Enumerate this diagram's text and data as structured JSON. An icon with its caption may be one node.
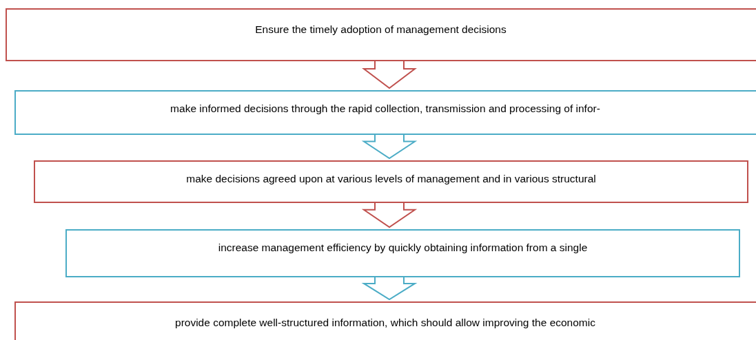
{
  "diagram": {
    "nodes": [
      {
        "text": [
          "Ensure the timely adoption of management decisions"
        ]
      },
      {
        "text": [
          "make informed decisions through the rapid collection, transmission and processing of infor-"
        ]
      },
      {
        "text": [
          "make decisions agreed upon at various levels of management and in various structural"
        ]
      },
      {
        "text": [
          "increase management efficiency by quickly obtaining information from a single"
        ]
      },
      {
        "text": [
          "provide complete well-structured information, which should allow improving the economic"
        ]
      }
    ],
    "edges": [
      {
        "from": 0,
        "to": 1,
        "arrow": "to",
        "color": "#c0504d"
      },
      {
        "from": 1,
        "to": 2,
        "arrow": "to",
        "color": "#4bacc6"
      },
      {
        "from": 2,
        "to": 3,
        "arrow": "to",
        "color": "#c0504d"
      },
      {
        "from": 3,
        "to": 4,
        "arrow": "to",
        "color": "#4bacc6"
      }
    ]
  }
}
